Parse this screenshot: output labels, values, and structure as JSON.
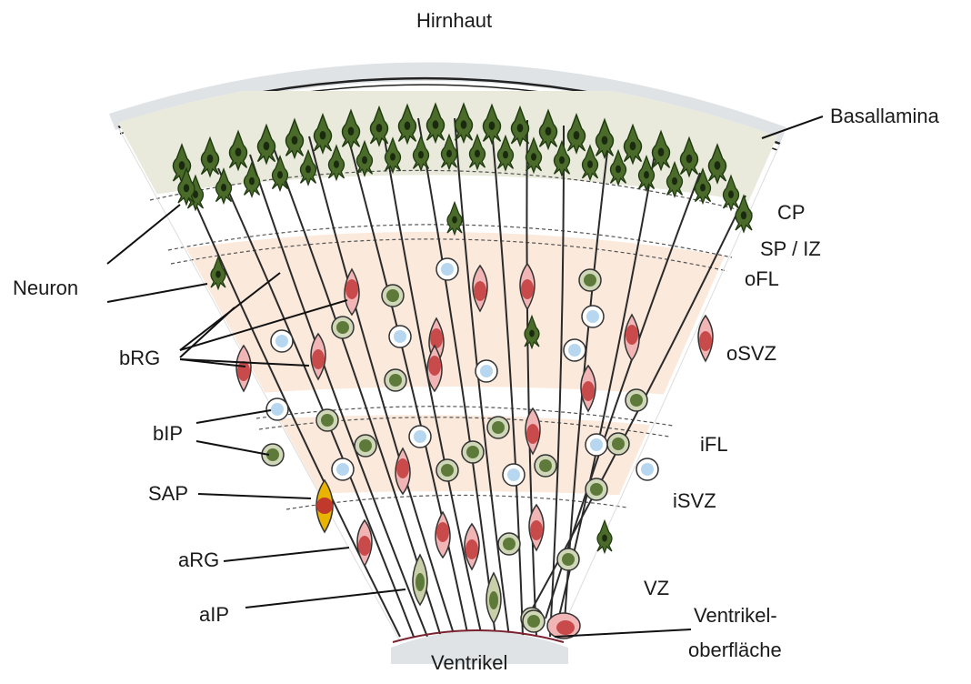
{
  "title": "Hirnhaut",
  "labels": {
    "basallamina": "Basallamina",
    "cp": "CP",
    "sp_iz": "SP / IZ",
    "ofl": "oFL",
    "osvz": "oSVZ",
    "ifl": "iFL",
    "isvz": "iSVZ",
    "vz": "VZ",
    "neuron": "Neuron",
    "brg": "bRG",
    "bip": "bIP",
    "sap": "SAP",
    "arg": "aRG",
    "aip": "aIP",
    "ventrikeloberflaeche_line1": "Ventrikel-",
    "ventrikeloberflaeche_line2": "oberfläche",
    "ventrikel": "Ventrikel"
  },
  "colors": {
    "meninges": "#dfe3e6",
    "cp_band": "#e9eadb",
    "svz_band": "#fbe9dc",
    "neuron_green": "#4a6b2a",
    "radial_glia_red": "#c94a4a",
    "radial_glia_pink": "#f2b5b5",
    "ip_green": "#5e7a3a",
    "ip_blue": "#b7d7f0",
    "sap_yellow": "#e8b400",
    "line": "#222222"
  }
}
